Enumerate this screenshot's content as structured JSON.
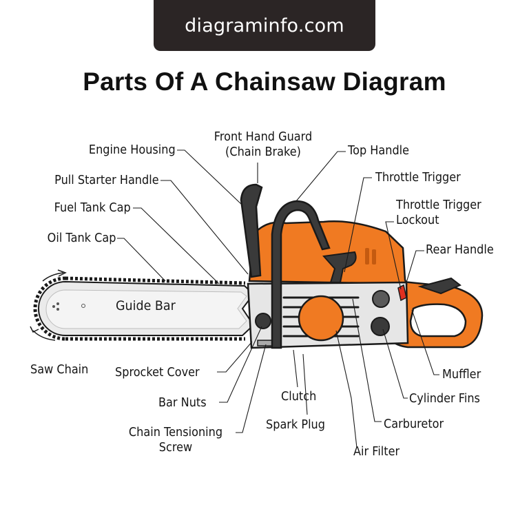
{
  "site": {
    "banner": "diagraminfo.com"
  },
  "title": "Parts Of A Chainsaw Diagram",
  "colors": {
    "accent": "#F07A22",
    "banner_bg": "#2B2525",
    "body_grey": "#E6E6E6",
    "outline": "#1A1A1A"
  },
  "parts": {
    "engine_housing": "Engine Housing",
    "pull_starter_handle": "Pull Starter Handle",
    "fuel_tank_cap": "Fuel Tank Cap",
    "oil_tank_cap": "Oil Tank Cap",
    "front_hand_guard_1": "Front Hand Guard",
    "front_hand_guard_2": "(Chain Brake)",
    "top_handle": "Top Handle",
    "throttle_trigger": "Throttle Trigger",
    "throttle_trigger_lockout_1": "Throttle Trigger",
    "throttle_trigger_lockout_2": "Lockout",
    "rear_handle": "Rear Handle",
    "guide_bar": "Guide Bar",
    "saw_chain": "Saw Chain",
    "sprocket_cover": "Sprocket Cover",
    "bar_nuts": "Bar Nuts",
    "chain_tensioning_screw_1": "Chain Tensioning",
    "chain_tensioning_screw_2": "Screw",
    "clutch": "Clutch",
    "spark_plug": "Spark Plug",
    "air_filter": "Air Filter",
    "carburetor": "Carburetor",
    "cylinder_fins": "Cylinder Fins",
    "muffler": "Muffler"
  }
}
